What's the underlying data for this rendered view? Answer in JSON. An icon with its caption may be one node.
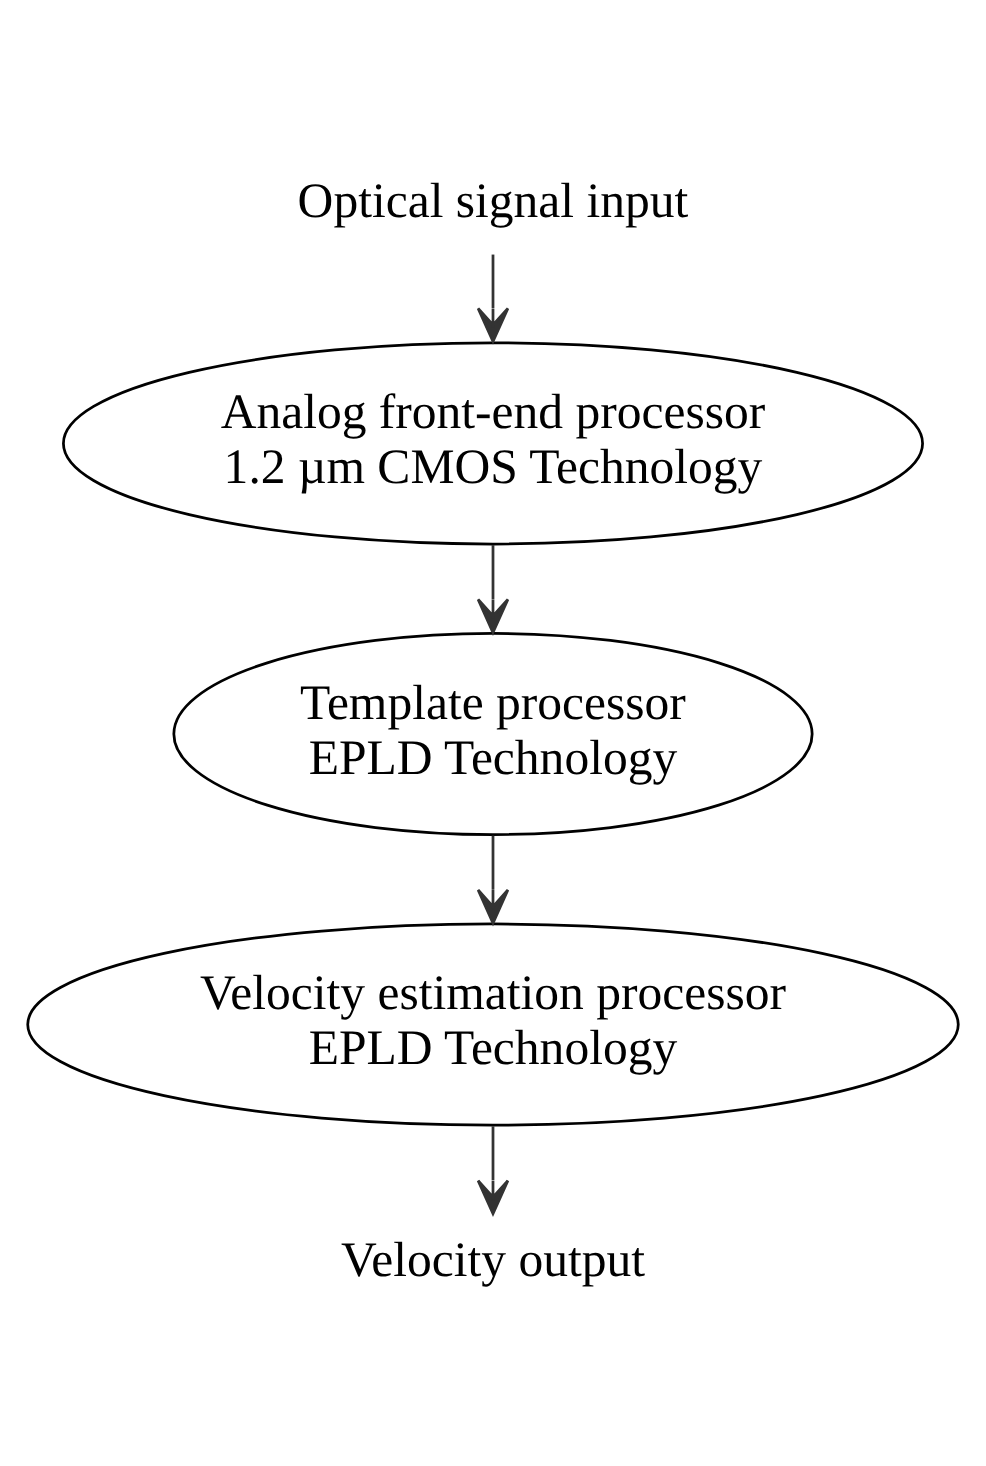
{
  "diagram": {
    "nodes": [
      {
        "text": [
          "Optical signal input"
        ]
      },
      {
        "text": [
          "Analog front-end processor",
          "1.2 µm CMOS Technology"
        ]
      },
      {
        "text": [
          "Template processor",
          "EPLD Technology"
        ]
      },
      {
        "text": [
          "Velocity estimation processor",
          "EPLD Technology"
        ]
      },
      {
        "text": [
          "Velocity output"
        ]
      }
    ],
    "edges": [
      {
        "from": 0,
        "to": 1,
        "arrow": "to"
      },
      {
        "from": 1,
        "to": 2,
        "arrow": "to"
      },
      {
        "from": 2,
        "to": 3,
        "arrow": "to"
      },
      {
        "from": 3,
        "to": 4,
        "arrow": "to"
      }
    ]
  }
}
